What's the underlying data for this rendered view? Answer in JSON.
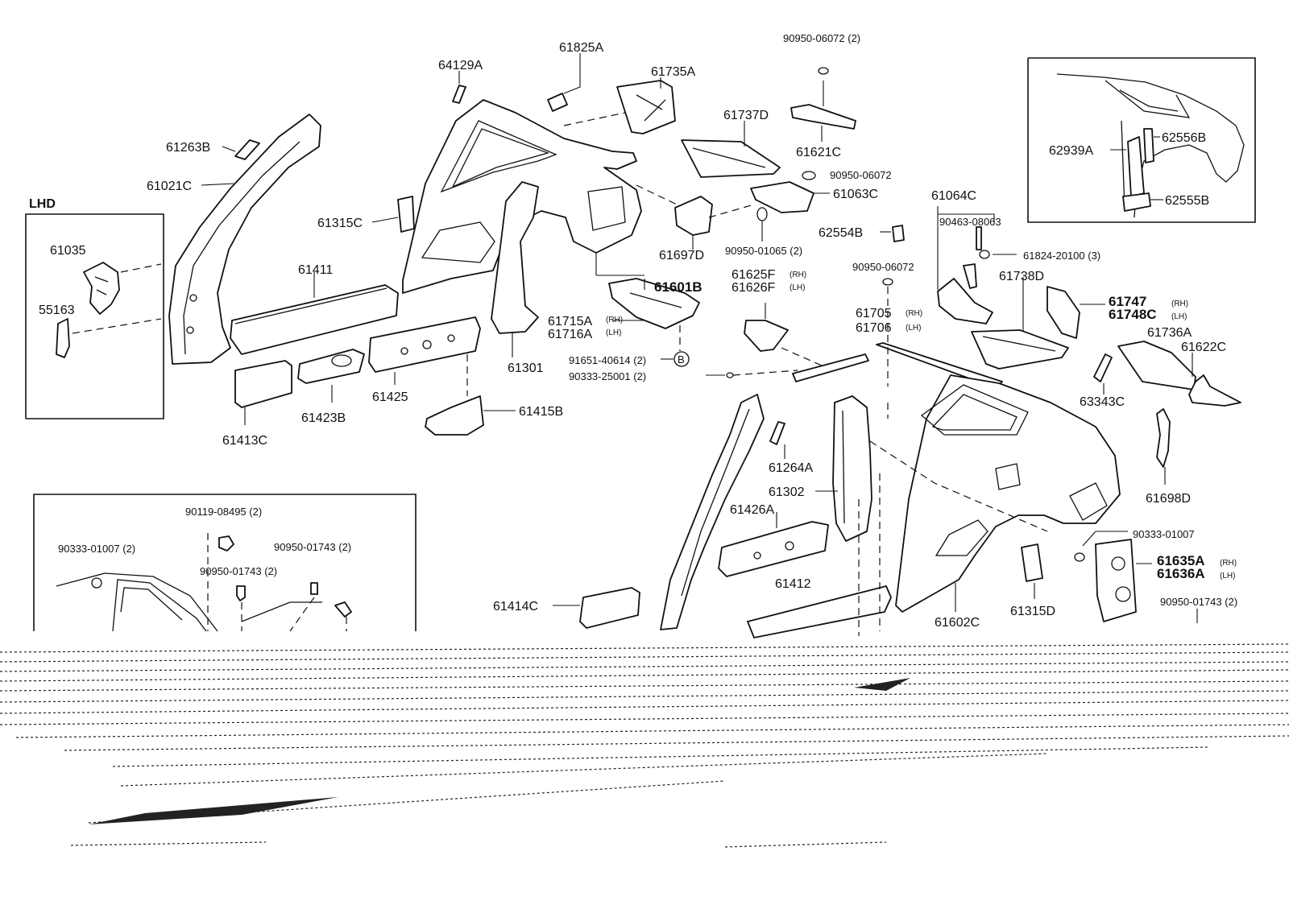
{
  "inset_lhd": {
    "title": "LHD",
    "parts": [
      "61035",
      "55163"
    ]
  },
  "inset_right": {
    "parts": [
      "62939A",
      "62556B",
      "62555B"
    ]
  },
  "inset_bottom": {
    "parts": [
      "90119-08495 (2)",
      "90333-01007 (2)",
      "90950-01743 (2)",
      "90950-01743 (2)"
    ]
  },
  "labels": {
    "p64129A": "64129A",
    "p61825A": "61825A",
    "p61735A": "61735A",
    "p90950_06072_2": "90950-06072 (2)",
    "p61737D": "61737D",
    "p61621C": "61621C",
    "p61263B": "61263B",
    "p61021C": "61021C",
    "p61315C": "61315C",
    "p90950_06072_a": "90950-06072",
    "p61063C": "61063C",
    "p61697D": "61697D",
    "p90950_01065": "90950-01065 (2)",
    "p61601B": "61601B",
    "p61411": "61411",
    "p61715A": "61715A",
    "p61716A": "61716A",
    "p61625F": "61625F",
    "p61626F": "61626F",
    "p62554B": "62554B",
    "p61064C": "61064C",
    "p90463": "90463-08063",
    "p61824": "61824-20100 (3)",
    "p90950_06072_b": "90950-06072",
    "p61738D": "61738D",
    "p61705": "61705",
    "p61706": "61706",
    "p61747": "61747",
    "p61748C": "61748C",
    "p61736A": "61736A",
    "p61622C": "61622C",
    "p63343C": "63343C",
    "p61698D": "61698D",
    "p61301": "61301",
    "p91651": "91651-40614 (2)",
    "p90333_25001": "90333-25001 (2)",
    "p61413C": "61413C",
    "p61423B": "61423B",
    "p61425": "61425",
    "p61415B": "61415B",
    "p61264A": "61264A",
    "p61302": "61302",
    "p61426A": "61426A",
    "p61412": "61412",
    "p61414C": "61414C",
    "p61602C": "61602C",
    "p61315D": "61315D",
    "p90333_01007": "90333-01007",
    "p61635A": "61635A",
    "p61636A": "61636A",
    "p90950_01743_2": "90950-01743 (2)",
    "rh": "(RH)",
    "lh": "(LH)",
    "callout_b": "B"
  }
}
